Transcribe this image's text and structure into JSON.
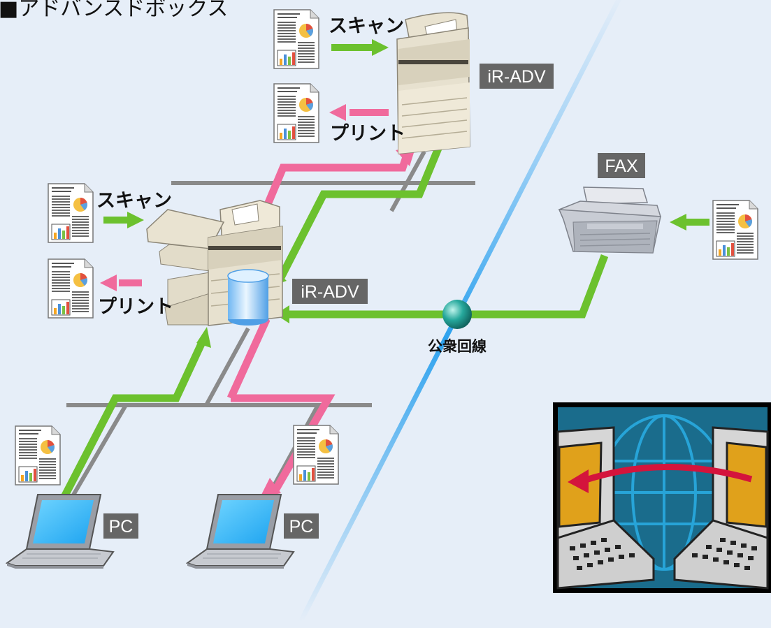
{
  "title": "■アドバンスドボックス",
  "labels": {
    "scan_top": "スキャン",
    "print_top": "プリント",
    "scan_left": "スキャン",
    "print_left": "プリント",
    "device_top": "iR-ADV",
    "device_main": "iR-ADV",
    "fax": "FAX",
    "pc_left": "PC",
    "pc_right": "PC",
    "public_line": "公衆回線"
  },
  "icons": {
    "document": "document-icon",
    "copier": "copier-icon",
    "fax": "fax-machine-icon",
    "laptop": "laptop-icon",
    "storage": "storage-cylinder-icon",
    "network_globe": "network-globe-icon"
  },
  "colors": {
    "background": "#e6eef8",
    "send_arrow": "#6cc12e",
    "print_arrow": "#f06a9c",
    "network_line": "#8a8a8a",
    "tag_bg": "#666666",
    "boundary": "#3aa6ee"
  }
}
